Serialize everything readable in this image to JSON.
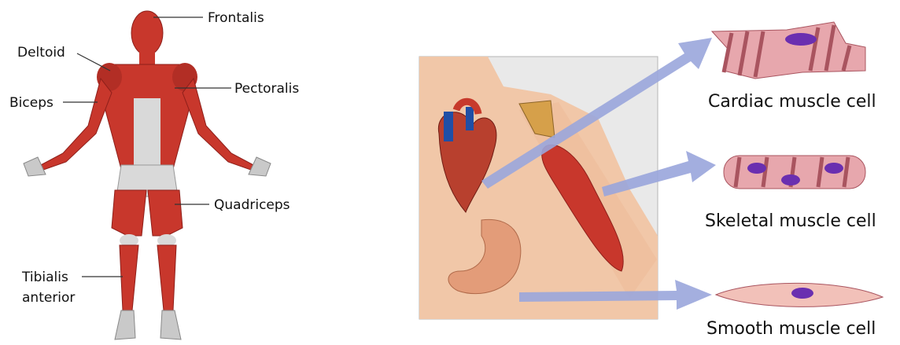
{
  "body_labels": {
    "frontalis": "Frontalis",
    "deltoid": "Deltoid",
    "pectoralis": "Pectoralis",
    "biceps": "Biceps",
    "quadriceps": "Quadriceps",
    "tibialis_line1": "Tibialis",
    "tibialis_line2": "anterior"
  },
  "cell_labels": {
    "cardiac": "Cardiac muscle cell",
    "skeletal": "Skeletal muscle cell",
    "smooth": "Smooth muscle cell"
  },
  "colors": {
    "muscle": "#c8372c",
    "muscle_dark": "#8e1f1a",
    "tendon": "#d9d9d9",
    "skin": "#f1c7a8",
    "panel_bg": "#e9e9e9",
    "arrow": "#9aa6dc",
    "cell_pink": "#e7a7ad",
    "cell_stripe": "#a9545f",
    "nucleus": "#6a2fb0"
  }
}
